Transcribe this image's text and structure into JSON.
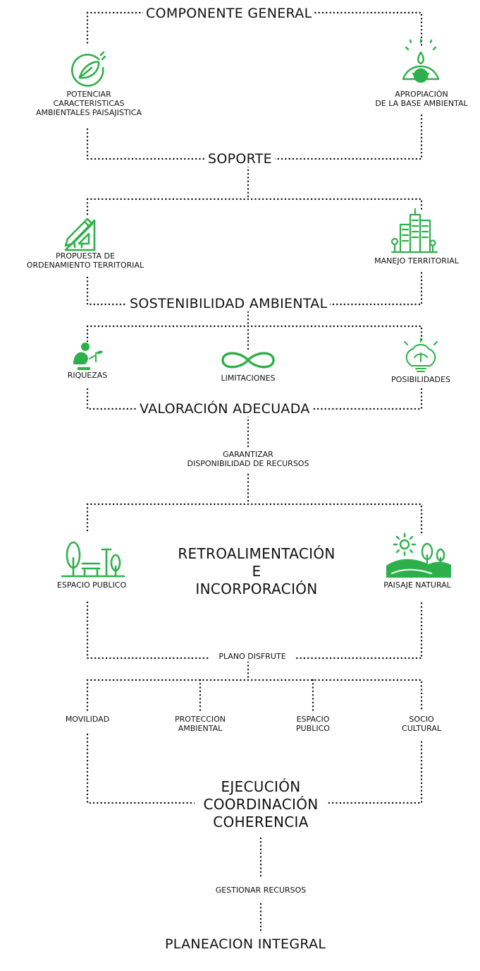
{
  "diagram": {
    "accent_color": "#2db04b",
    "line_color": "#111111",
    "sections": {
      "componente_general": "COMPONENTE GENERAL",
      "soporte": "SOPORTE",
      "sostenibilidad_ambiental": "SOSTENIBILIDAD AMBIENTAL",
      "valoracion_adecuada": "VALORACIÓN ADECUADA",
      "retroalimentacion": [
        "RETROALIMENTACIÓN",
        "E",
        "INCORPORACIÓN"
      ],
      "ejecucion": [
        "EJECUCIÓN",
        "COORDINACIÓN",
        "COHERENCIA"
      ],
      "planeacion_integral": "PLANEACION INTEGRAL"
    },
    "nodes": {
      "potenciar": {
        "icon": "leaf-circle-icon",
        "lines": [
          "POTENCIAR",
          "CARACTERISTICAS",
          "AMBIENTALES PAISAJISTICA"
        ]
      },
      "apropiacion": {
        "icon": "hands-globe-icon",
        "lines": [
          "APROPIACIÓN",
          "DE LA BASE AMBIENTAL"
        ]
      },
      "propuesta": {
        "icon": "ruler-pencil-icon",
        "lines": [
          "PROPUESTA DE",
          "ORDENAMIENTO TERRITORIAL"
        ]
      },
      "manejo": {
        "icon": "city-buildings-icon",
        "lines": [
          "MANEJO TERRITORIAL"
        ]
      },
      "riquezas": {
        "icon": "person-planting-icon",
        "lines": [
          "RIQUEZAS"
        ]
      },
      "limitaciones": {
        "icon": "infinity-icon",
        "lines": [
          "LIMITACIONES"
        ]
      },
      "posibilidades": {
        "icon": "lightbulb-brain-icon",
        "lines": [
          "POSIBILIDADES"
        ]
      },
      "espacio_publico": {
        "icon": "park-bench-icon",
        "lines": [
          "ESPACIO PUBLICO"
        ]
      },
      "paisaje_natural": {
        "icon": "sun-hills-icon",
        "lines": [
          "PAISAJE NATURAL"
        ]
      }
    },
    "connectors": {
      "garantizar": [
        "GARANTIZAR",
        "DISPONIBILIDAD DE RECURSOS"
      ],
      "plano_disfrute": "PLANO DISFRUTE",
      "gestionar": "GESTIONAR RECURSOS"
    },
    "dimensions": [
      {
        "lines": [
          "MOVILIDAD"
        ]
      },
      {
        "lines": [
          "PROTECCION",
          "AMBIENTAL"
        ]
      },
      {
        "lines": [
          "ESPACIO",
          "PUBLICO"
        ]
      },
      {
        "lines": [
          "SOCIO",
          "CULTURAL"
        ]
      }
    ]
  }
}
